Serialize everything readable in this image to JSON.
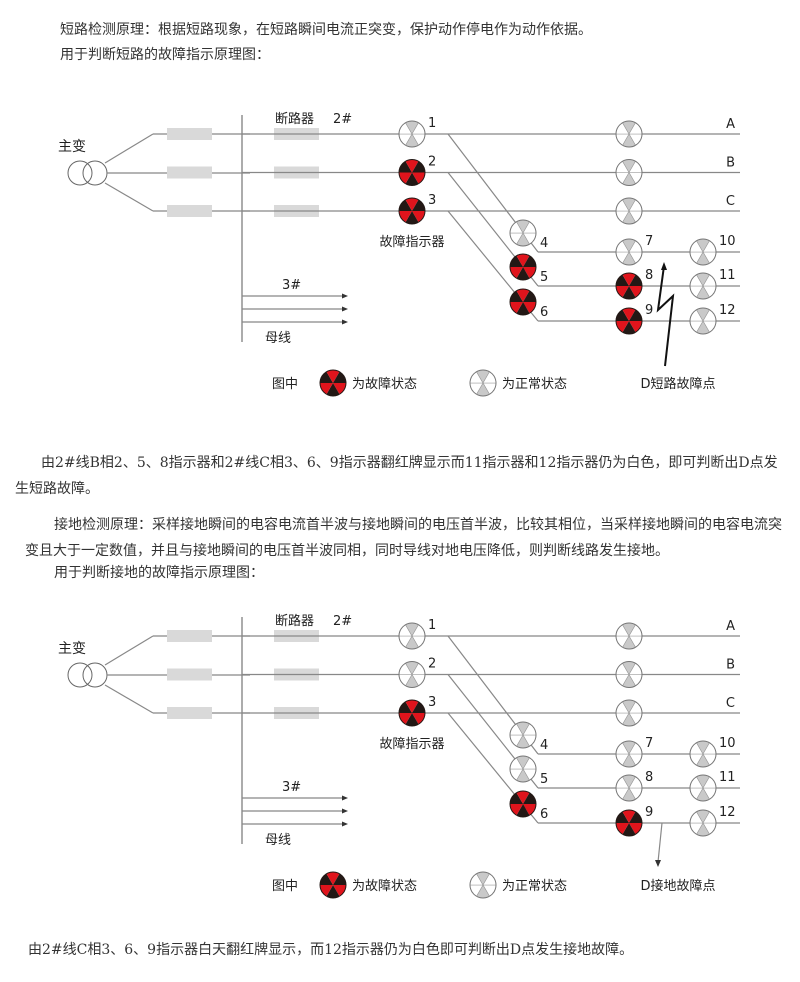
{
  "paragraphs": {
    "short_principle": "短路检测原理：根据短路现象，在短路瞬间电流正突变，保护动作停电作为动作依据。",
    "short_caption": "用于判断短路的故障指示原理图：",
    "short_conclusion": "由2#线B相2、5、8指示器和2#线C相3、6、9指示器翻红牌显示而11指示器和12指示器仍为白色，即可判断出D点发生短路故障。",
    "ground_principle": "接地检测原理：采样接地瞬间的电容电流首半波与接地瞬间的电压首半波，比较其相位，当采样接地瞬间的电容电流突变且大于一定数值，并且与接地瞬间的电压首半波同相，同时导线对地电压降低，则判断线路发生接地。",
    "ground_caption": "用于判断接地的故障指示原理图：",
    "ground_conclusion": "由2#线C相3、6、9指示器白天翻红牌显示，而12指示器仍为白色即可判断出D点发生接地故障。"
  },
  "labels": {
    "transformer": "主变",
    "breaker": "断路器",
    "line2": "2#",
    "line3": "3#",
    "bus": "母线",
    "indicator": "故障指示器",
    "legend_prefix": "图中",
    "legend_fault": "为故障状态",
    "legend_normal": "为正常状态",
    "phases": [
      "A",
      "B",
      "C"
    ],
    "numbers": [
      "1",
      "2",
      "3",
      "4",
      "5",
      "6",
      "7",
      "8",
      "9",
      "10",
      "11",
      "12"
    ]
  },
  "diagrams": [
    {
      "fault_point": "D短路故障点",
      "faulted": [
        2,
        3,
        5,
        6,
        8,
        9
      ],
      "fault_type": "short"
    },
    {
      "fault_point": "D接地故障点",
      "faulted": [
        3,
        6,
        9
      ],
      "fault_type": "ground"
    }
  ],
  "colors": {
    "red": "#e0141c",
    "black": "#231815",
    "gray": "#c9c9c9",
    "line": "#888888"
  }
}
